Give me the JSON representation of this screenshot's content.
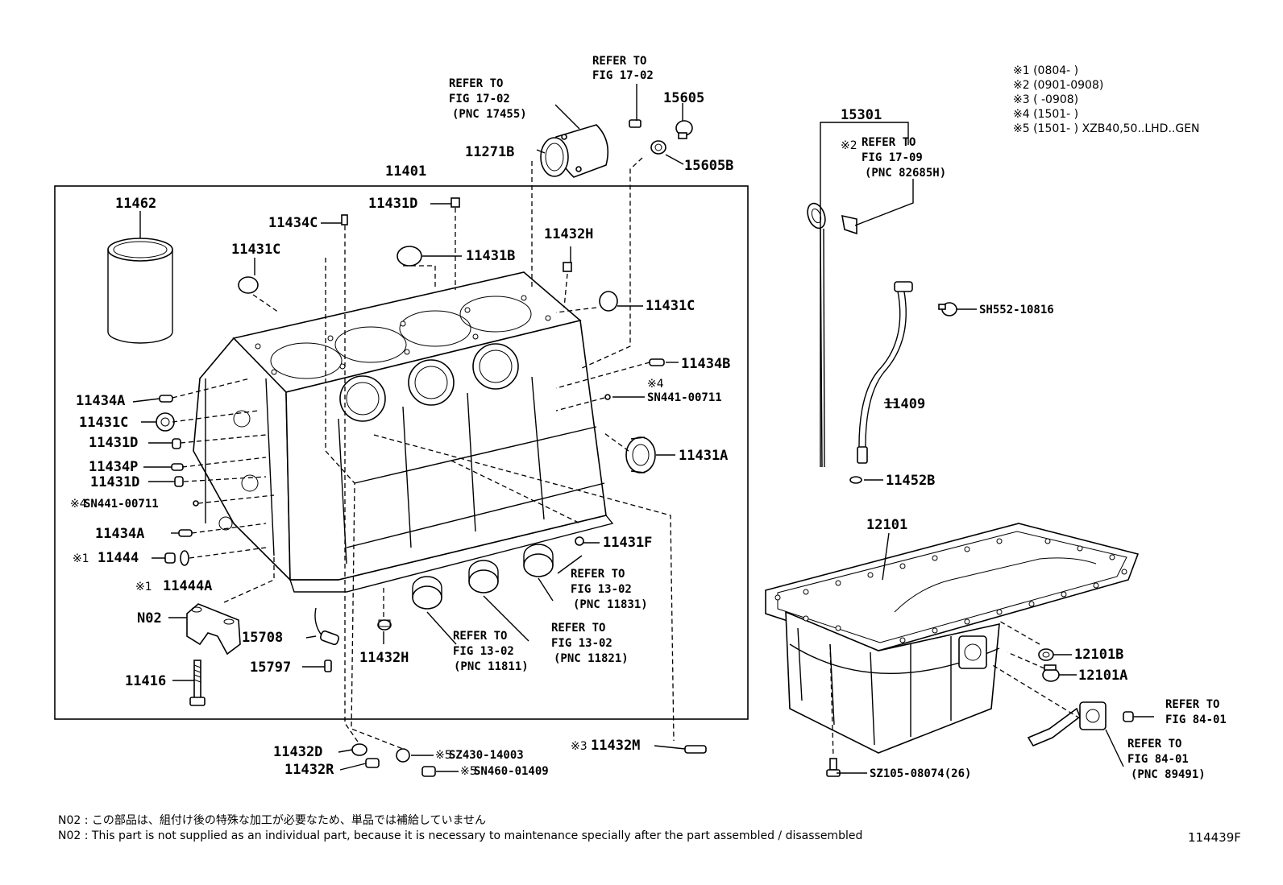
{
  "labels": {
    "l11462": "11462",
    "l11401": "11401",
    "l11431C_a": "11431C",
    "l11434C": "11434C",
    "l11431D_top": "11431D",
    "l11431B": "11431B",
    "l11432H_top": "11432H",
    "l11431C_b": "11431C",
    "l11434B": "11434B",
    "l11431A": "11431A",
    "l11431F": "11431F",
    "l11434A_a": "11434A",
    "l11431C_c": "11431C",
    "l11431D_a": "11431D",
    "l11434P": "11434P",
    "l11431D_b": "11431D",
    "l11434A_b": "11434A",
    "l11444": "11444",
    "l11444A": "11444A",
    "lN02": "N02",
    "l15708": "15708",
    "l15797": "15797",
    "l11416": "11416",
    "l11432H_bot": "11432H",
    "l11271B": "11271B",
    "l15605": "15605",
    "l15605B": "15605B",
    "l15301": "15301",
    "l11409": "11409",
    "l11452B": "11452B",
    "l12101": "12101",
    "l12101B": "12101B",
    "l12101A": "12101A",
    "l11432D": "11432D",
    "l11432R": "11432R",
    "l11432M": "11432M",
    "lSN441_a": "SN441-00711",
    "lSN441_b": "SN441-00711",
    "lSH552": "SH552-10816",
    "lSZ430": "SZ430-14003",
    "lSN460": "SN460-01409",
    "lSZ105": "SZ105-08074(26)",
    "m4a": "※4",
    "m4b": "※4",
    "m1a": "※1",
    "m1b": "※1",
    "m2": "※2",
    "m3": "※3",
    "m5a": "※5",
    "m5b": "※5"
  },
  "refs": {
    "r1": [
      "REFER TO",
      "FIG 17-02",
      "(PNC 17455)"
    ],
    "r2": [
      "REFER TO",
      "FIG 17-02"
    ],
    "r3": [
      "REFER TO",
      "FIG 17-09",
      "(PNC 82685H)"
    ],
    "r4": [
      "REFER TO",
      "FIG 13-02",
      "(PNC 11831)"
    ],
    "r5": [
      "REFER TO",
      "FIG 13-02",
      "(PNC 11821)"
    ],
    "r6": [
      "REFER TO",
      "FIG 13-02",
      "(PNC 11811)"
    ],
    "r7": [
      "REFER TO",
      "FIG 84-01"
    ],
    "r8": [
      "REFER TO",
      "FIG 84-01",
      "(PNC 89491)"
    ]
  },
  "legend": [
    "※1 (0804-      )",
    "※2 (0901-0908)",
    "※3 (      -0908)",
    "※4 (1501-      )",
    "※5 (1501-      ) XZB40,50..LHD..GEN"
  ],
  "notes": [
    "N02 : この部品は、組付け後の特殊な加工が必要なため、単品では補給していません",
    "N02 : This part is not supplied as an individual part, because it is necessary to maintenance specially after the part assembled / disassembled"
  ],
  "figure_id": "114439F"
}
